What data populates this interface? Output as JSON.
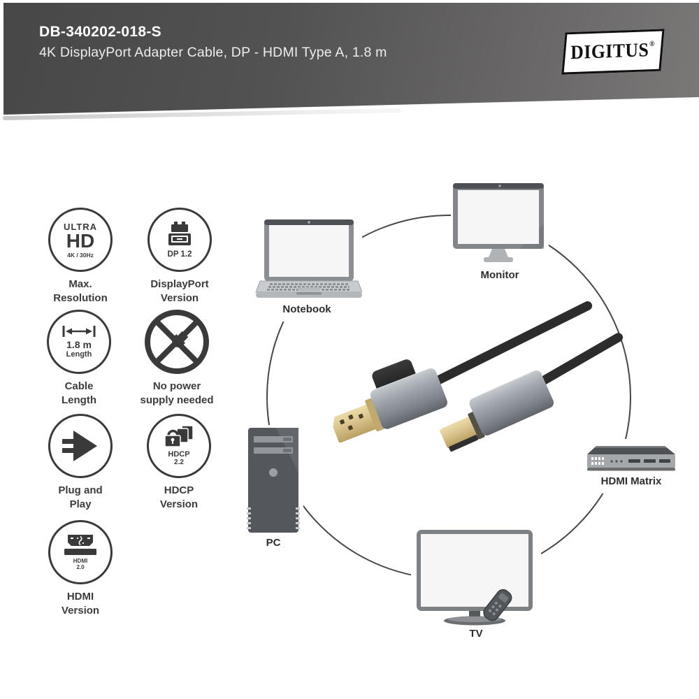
{
  "header": {
    "product_code": "DB-340202-018-S",
    "product_name": "4K DisplayPort Adapter Cable, DP - HDMI Type A, 1.8 m",
    "brand": "DIGITUS",
    "registered_mark": "®"
  },
  "features": {
    "max_resolution": {
      "circle_line1": "ULTRA",
      "circle_line2": "HD",
      "circle_line3": "4K / 30Hz",
      "label_line1": "Max.",
      "label_line2": "Resolution"
    },
    "displayport_version": {
      "circle_caption": "DP 1.2",
      "label_line1": "DisplayPort",
      "label_line2": "Version"
    },
    "cable_length": {
      "circle_line1": "1.8 m",
      "circle_line2": "Length",
      "label_line1": "Cable",
      "label_line2": "Length"
    },
    "no_power_supply": {
      "label_line1": "No power",
      "label_line2": "supply needed"
    },
    "plug_and_play": {
      "label_line1": "Plug and",
      "label_line2": "Play"
    },
    "hdcp_version": {
      "circle_line1": "HDCP",
      "circle_line2": "2.2",
      "label_line1": "HDCP",
      "label_line2": "Version"
    },
    "hdmi_version": {
      "circle_line1": "HDMI",
      "circle_line2": "2.0",
      "label_line1": "HDMI",
      "label_line2": "Version"
    }
  },
  "diagram": {
    "devices": {
      "notebook": {
        "label": "Notebook"
      },
      "monitor": {
        "label": "Monitor"
      },
      "hdmi_matrix": {
        "label": "HDMI Matrix"
      },
      "tv": {
        "label": "TV"
      },
      "pc": {
        "label": "PC"
      }
    }
  },
  "colors": {
    "banner-dark": "#474747",
    "banner-light": "#7b7878",
    "icon-ink": "#3a3a3a",
    "cable-black": "#2c2c2c",
    "connector-gold": "#d9c48e",
    "connector-gold-deep": "#b99f63",
    "device-gray": "#85888b",
    "device-dark": "#54585c",
    "screen-white": "#f6f6f6"
  }
}
